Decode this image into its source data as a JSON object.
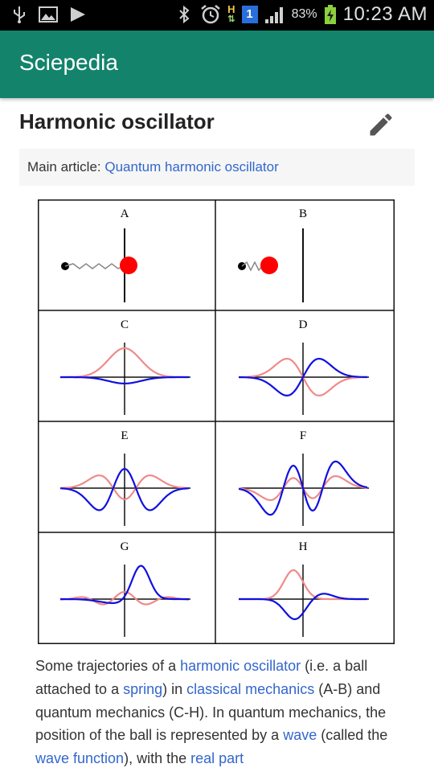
{
  "status_bar": {
    "time": "10:23 AM",
    "battery_percent": "83%",
    "network_type": "H",
    "sim_slot": "1",
    "icons": [
      "usb-icon",
      "image-icon",
      "play-icon",
      "bluetooth-icon",
      "alarm-icon",
      "network-h-icon",
      "sim-icon",
      "signal-icon",
      "battery-charging-icon"
    ]
  },
  "app_bar": {
    "title": "Sciepedia"
  },
  "article": {
    "heading": "Harmonic oscillator",
    "edit_icon": "pencil-icon",
    "hatnote": {
      "prefix": "Main article: ",
      "link": "Quantum harmonic oscillator"
    },
    "figure": {
      "panels": [
        {
          "label": "A"
        },
        {
          "label": "B"
        },
        {
          "label": "C"
        },
        {
          "label": "D"
        },
        {
          "label": "E"
        },
        {
          "label": "F"
        },
        {
          "label": "G"
        },
        {
          "label": "H"
        }
      ]
    },
    "caption": {
      "t1": "Some trajectories of a ",
      "l1": "harmonic oscillator",
      "t2": " (i.e. a ball attached to a ",
      "l2": "spring",
      "t3": ") in ",
      "l3": "classical mechanics",
      "t4": " (A-B) and quantum mechanics (C-H). In quantum mechanics, the position of the ball is represented by a ",
      "l4": "wave",
      "t5": " (called the ",
      "l5": "wave function",
      "t6": "), with the ",
      "l6": "real part"
    }
  },
  "colors": {
    "app_bar": "#13836c",
    "link": "#3366cc",
    "curve_real": "#f08a8a",
    "curve_imag": "#1010e0",
    "ball": "#ff0000"
  }
}
